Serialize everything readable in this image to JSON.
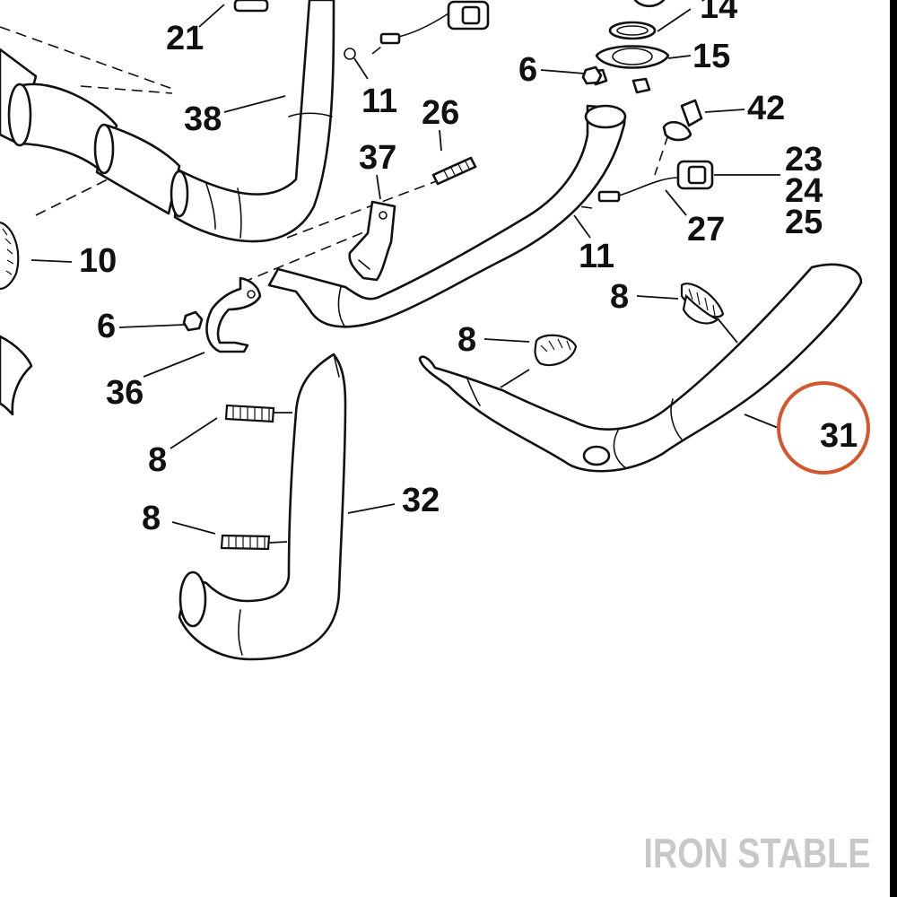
{
  "diagram": {
    "callouts": {
      "c21": "21",
      "c38": "38",
      "c11a": "11",
      "c26": "26",
      "c37": "37",
      "c14": "14",
      "c15": "15",
      "c6a": "6",
      "c42": "42",
      "c23": "23",
      "c24": "24",
      "c25": "25",
      "c27": "27",
      "c11b": "11",
      "c10": "10",
      "c6b": "6",
      "c36": "36",
      "c8a": "8",
      "c8b": "8",
      "c8c": "8",
      "c8d": "8",
      "c32": "32",
      "c31": "31"
    },
    "highlighted_callout": "31",
    "highlight_color": "#d4562e"
  },
  "watermark": {
    "text": "IRON STABLE",
    "color": "#c8c8c8"
  },
  "colors": {
    "line": "#111111",
    "edge": "#000000"
  }
}
